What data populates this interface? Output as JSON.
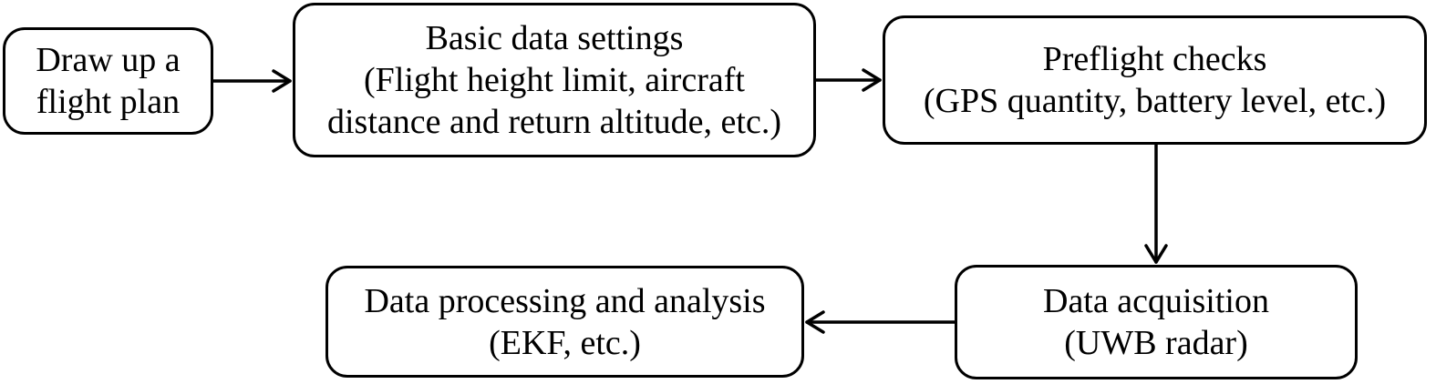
{
  "nodes": {
    "plan": {
      "lines": [
        "Draw up a",
        "flight plan"
      ]
    },
    "settings": {
      "lines": [
        "Basic data settings",
        "(Flight height limit, aircraft",
        "distance and return altitude, etc.)"
      ]
    },
    "checks": {
      "lines": [
        "Preflight checks",
        "(GPS quantity, battery level, etc.)"
      ]
    },
    "acquisition": {
      "lines": [
        "Data acquisition",
        "(UWB radar)"
      ]
    },
    "processing": {
      "lines": [
        "Data processing and analysis",
        "(EKF, etc.)"
      ]
    }
  },
  "colors": {
    "stroke": "#000000",
    "fill": "#ffffff"
  }
}
